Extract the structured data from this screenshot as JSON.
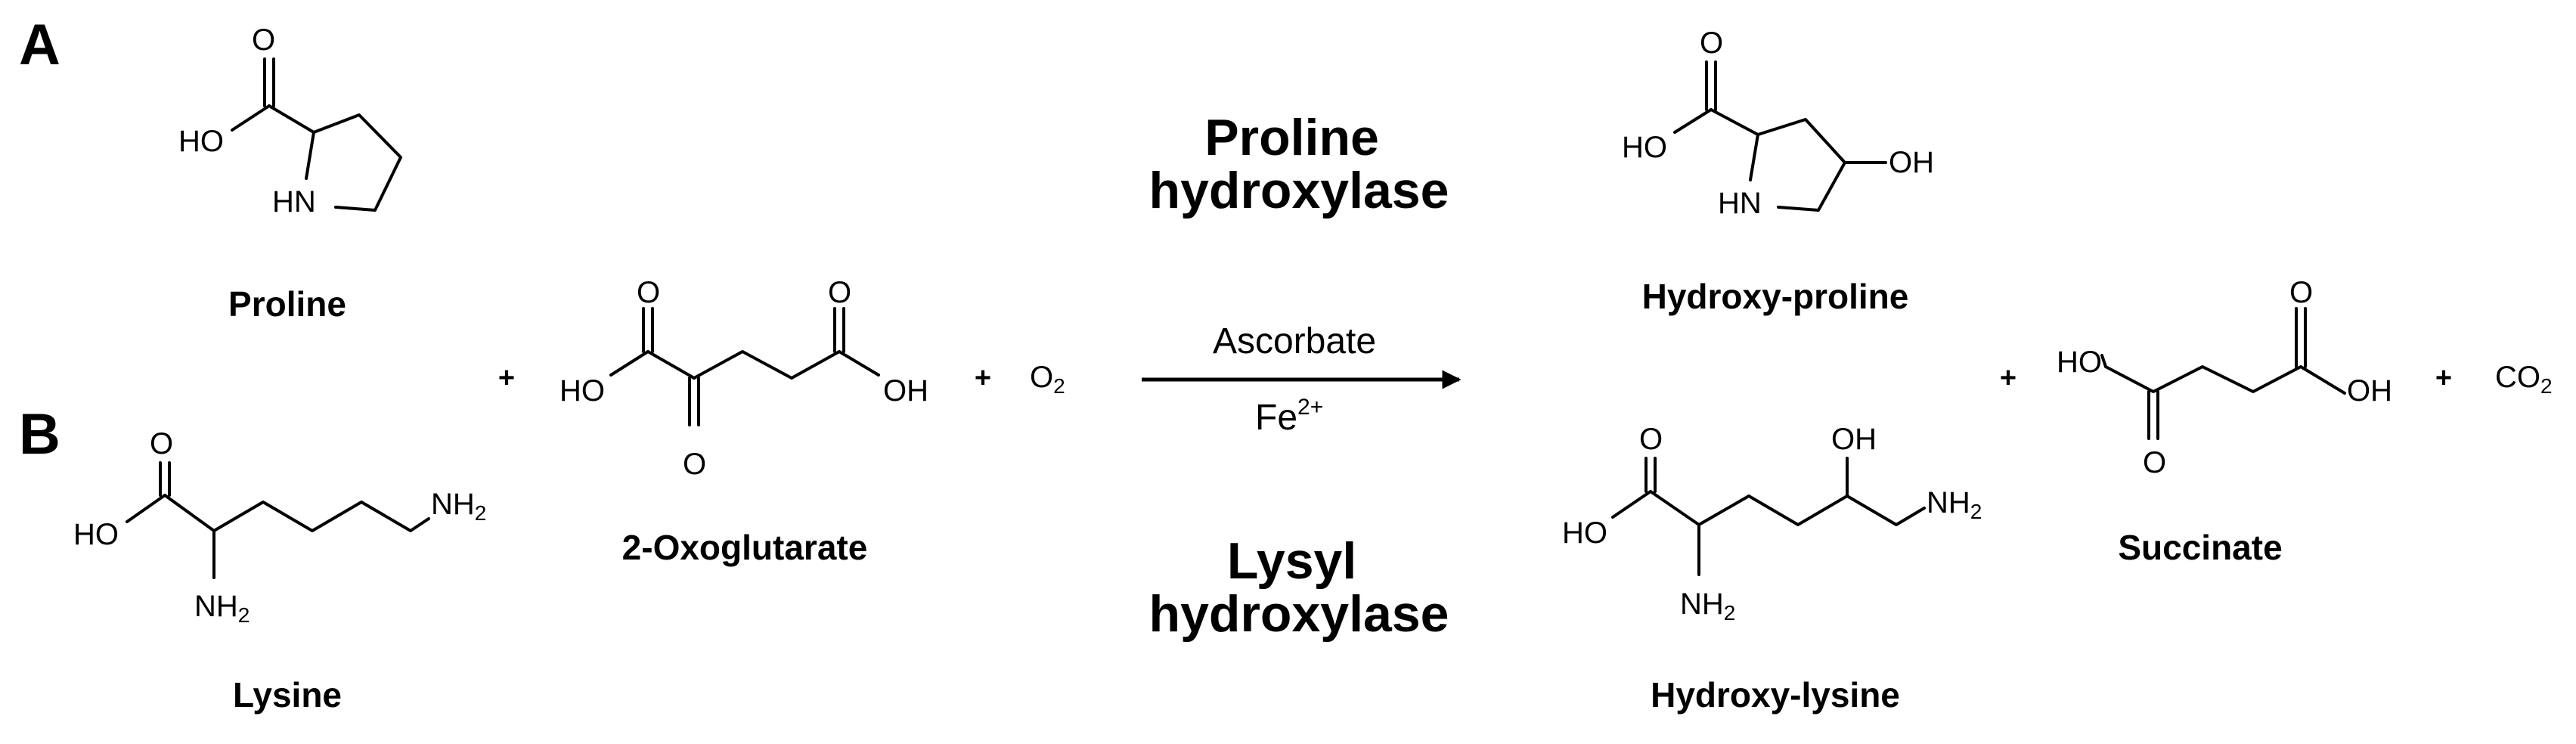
{
  "panels": {
    "a": "A",
    "b": "B"
  },
  "atoms": {
    "ho": "HO",
    "o": "O",
    "oh": "OH",
    "hn": "HN",
    "nh": "NH",
    "sub2": "2",
    "co": "CO"
  },
  "plus": "+",
  "reaction": {
    "enzyme_top": [
      "Proline",
      "hydroxylase"
    ],
    "enzyme_bottom": [
      "Lysyl",
      "hydroxylase"
    ],
    "cofactor_top": "Ascorbate",
    "cofactor_bottom": "Fe",
    "cofactor_bottom_sup": "2+"
  },
  "molecules": {
    "proline": "Proline",
    "oxoglutarate": "2-Oxoglutarate",
    "lysine": "Lysine",
    "hydroxyproline": "Hydroxy-proline",
    "succinate": "Succinate",
    "hydroxylysine": "Hydroxy-lysine"
  }
}
